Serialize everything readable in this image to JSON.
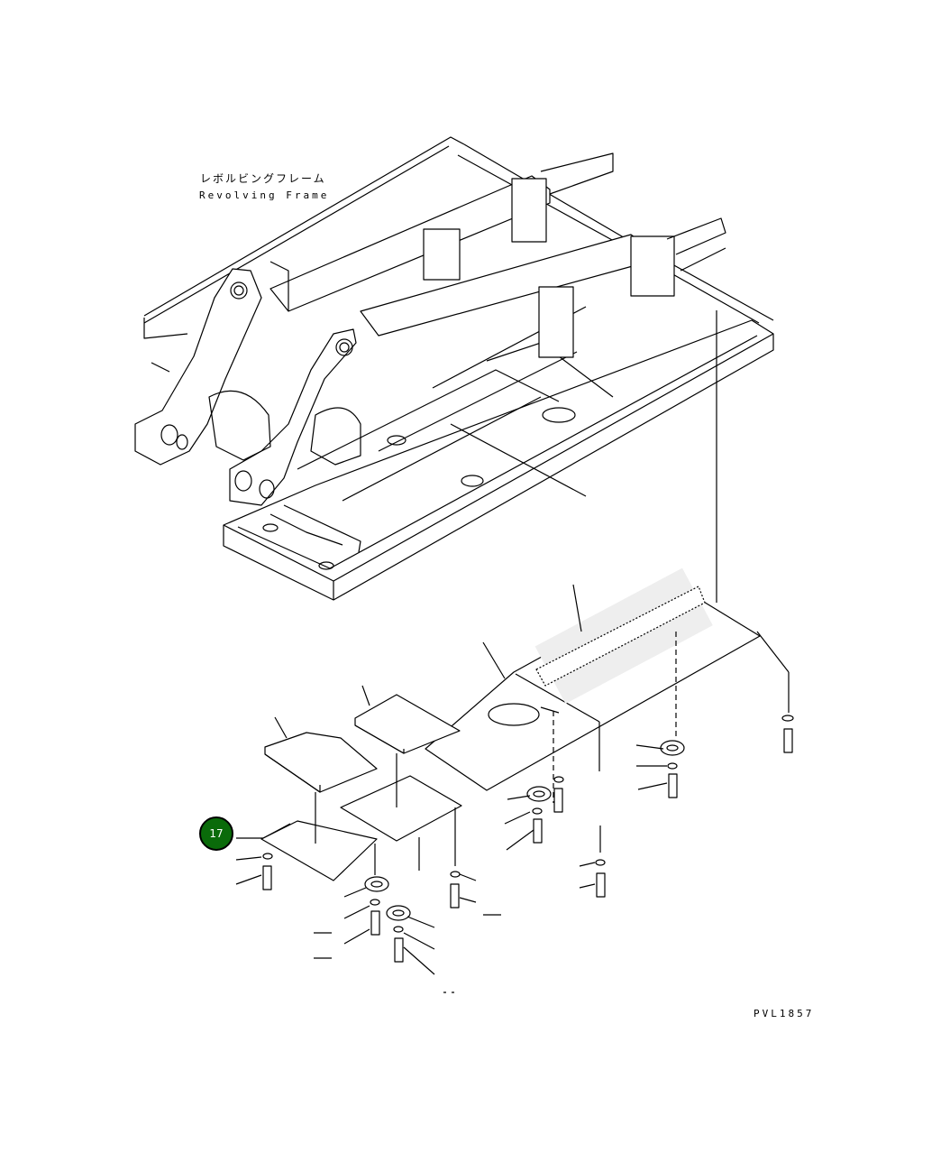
{
  "frame_label_jp": "レボルビングフレーム",
  "frame_label_en": "Revolving Frame",
  "drawing_code": "PVL1857",
  "callout": {
    "number": "17",
    "color": "#0a6b0a"
  }
}
